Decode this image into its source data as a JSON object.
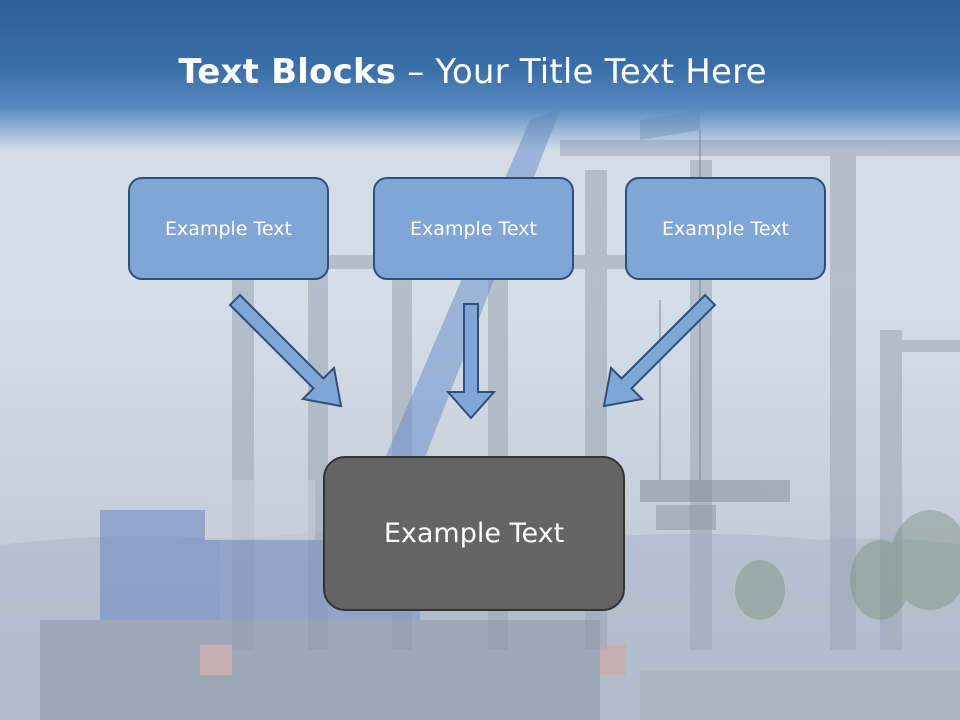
{
  "slide": {
    "title_bold": "Text Blocks",
    "title_rest": " – Your Title Text Here",
    "blocks": [
      {
        "label": "Example Text"
      },
      {
        "label": "Example Text"
      },
      {
        "label": "Example Text"
      }
    ],
    "main_block": {
      "label": "Example Text"
    }
  },
  "colors": {
    "header": "#2f5f98",
    "block_fill": "#7fa6d6",
    "block_border": "#2f4f7a",
    "main_fill": "#646464",
    "arrow_fill": "#7fa6d6"
  }
}
